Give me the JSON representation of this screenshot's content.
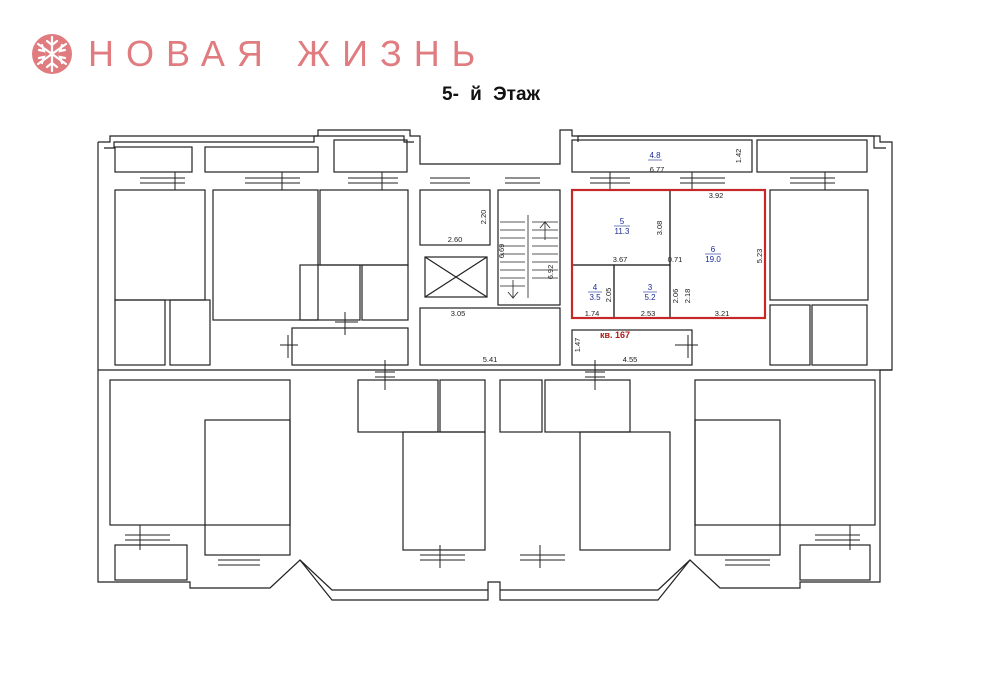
{
  "brand": {
    "name": "НОВАЯ ЖИЗНЬ",
    "logo_icon": "snowflake-circle-icon",
    "color": "#e07c80"
  },
  "floor": {
    "title": "5- й  Этаж"
  },
  "apartment": {
    "label": "кв. 167",
    "highlight_color": "#c62828",
    "rooms": [
      {
        "id": "5",
        "area": "11.3"
      },
      {
        "id": "6",
        "area": "19.0"
      },
      {
        "id": "4",
        "area": "3.5"
      },
      {
        "id": "3",
        "area": "5.2"
      }
    ],
    "balcony_area": "4.8"
  },
  "dimensions": {
    "balcony_w": "6.77",
    "balcony_h": "1.42",
    "room6_top": "3.92",
    "room6_side": "5.23",
    "room5_side": "3.08",
    "room5_bottom": "3.67",
    "wall_gap": "0.71",
    "room4_bottom": "1.74",
    "room4_side": "2.05",
    "room3_bottom": "2.53",
    "room3_side": "2.06",
    "room3_side2": "2.18",
    "room6_bottom": "3.21",
    "hall_side": "1.47",
    "hall_bottom": "4.55",
    "stair_room_side": "2.20",
    "stair_room_bottom": "2.60",
    "stair_len": "6.69",
    "stair_len2": "6.92",
    "lift_bottom": "3.05",
    "corridor_bottom": "5.41"
  }
}
